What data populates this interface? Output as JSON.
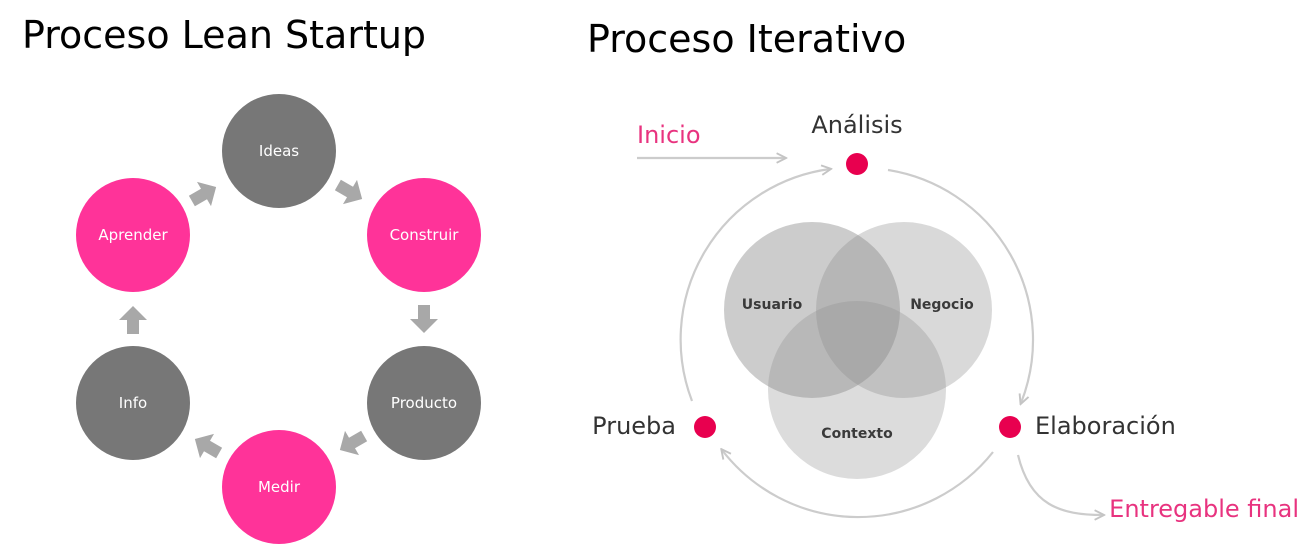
{
  "colors": {
    "accent": "#ff3399",
    "node_gray": "#777777",
    "arrow_gray": "#a8a8a8",
    "dot_red": "#e8004f",
    "label_pink": "#e8337f",
    "circle_line": "#cccccc"
  },
  "lean": {
    "title": "Proceso Lean Startup",
    "nodes": [
      {
        "label": "Ideas",
        "tone": "gray"
      },
      {
        "label": "Construir",
        "tone": "pink"
      },
      {
        "label": "Producto",
        "tone": "gray"
      },
      {
        "label": "Medir",
        "tone": "pink"
      },
      {
        "label": "Info",
        "tone": "gray"
      },
      {
        "label": "Aprender",
        "tone": "pink"
      }
    ]
  },
  "iterative": {
    "title": "Proceso Iterativo",
    "start_label": "Inicio",
    "end_label": "Entregable final",
    "stages": [
      {
        "label": "Análisis"
      },
      {
        "label": "Elaboración"
      },
      {
        "label": "Prueba"
      }
    ],
    "venn": [
      {
        "label": "Usuario"
      },
      {
        "label": "Negocio"
      },
      {
        "label": "Contexto"
      }
    ]
  }
}
